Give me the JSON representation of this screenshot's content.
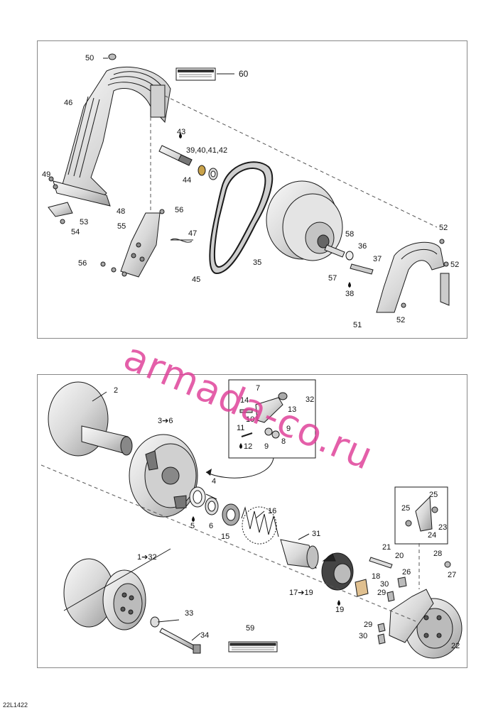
{
  "doc_code": "22L1422",
  "watermark": "armada-co.ru",
  "callouts_top": [
    {
      "id": "c50",
      "text": "50"
    },
    {
      "id": "c60",
      "text": "60"
    },
    {
      "id": "c46",
      "text": "46"
    },
    {
      "id": "c43",
      "text": "43"
    },
    {
      "id": "c39",
      "text": "39,40,41,42"
    },
    {
      "id": "c44",
      "text": "44"
    },
    {
      "id": "c49",
      "text": "49"
    },
    {
      "id": "c48",
      "text": "48"
    },
    {
      "id": "c56a",
      "text": "56"
    },
    {
      "id": "c53",
      "text": "53"
    },
    {
      "id": "c54",
      "text": "54"
    },
    {
      "id": "c55",
      "text": "55"
    },
    {
      "id": "c47",
      "text": "47"
    },
    {
      "id": "c56b",
      "text": "56"
    },
    {
      "id": "c45",
      "text": "45"
    },
    {
      "id": "c35",
      "text": "35"
    },
    {
      "id": "c58",
      "text": "58"
    },
    {
      "id": "c36",
      "text": "36"
    },
    {
      "id": "c37",
      "text": "37"
    },
    {
      "id": "c57",
      "text": "57"
    },
    {
      "id": "c38",
      "text": "38"
    },
    {
      "id": "c52a",
      "text": "52"
    },
    {
      "id": "c52b",
      "text": "52"
    },
    {
      "id": "c52c",
      "text": "52"
    },
    {
      "id": "c51",
      "text": "51"
    }
  ],
  "callouts_bottom": [
    {
      "id": "c2",
      "text": "2"
    },
    {
      "id": "c3",
      "text": "3➔6"
    },
    {
      "id": "c7",
      "text": "7"
    },
    {
      "id": "c32a",
      "text": "32"
    },
    {
      "id": "c14",
      "text": "14"
    },
    {
      "id": "c10",
      "text": "10"
    },
    {
      "id": "c13",
      "text": "13"
    },
    {
      "id": "c11",
      "text": "11"
    },
    {
      "id": "c9a",
      "text": "9"
    },
    {
      "id": "c12",
      "text": "12"
    },
    {
      "id": "c9b",
      "text": "9"
    },
    {
      "id": "c8",
      "text": "8"
    },
    {
      "id": "c4",
      "text": "4"
    },
    {
      "id": "c16",
      "text": "16"
    },
    {
      "id": "c5",
      "text": "5"
    },
    {
      "id": "c6",
      "text": "6"
    },
    {
      "id": "c15",
      "text": "15"
    },
    {
      "id": "c31",
      "text": "31"
    },
    {
      "id": "c25a",
      "text": "25"
    },
    {
      "id": "c25b",
      "text": "25"
    },
    {
      "id": "c23",
      "text": "23"
    },
    {
      "id": "c24",
      "text": "24"
    },
    {
      "id": "c1",
      "text": "1➔32"
    },
    {
      "id": "c21",
      "text": "21"
    },
    {
      "id": "c20",
      "text": "20"
    },
    {
      "id": "c28",
      "text": "28"
    },
    {
      "id": "c27",
      "text": "27"
    },
    {
      "id": "c26",
      "text": "26"
    },
    {
      "id": "c18",
      "text": "18"
    },
    {
      "id": "c30a",
      "text": "30"
    },
    {
      "id": "c29a",
      "text": "29"
    },
    {
      "id": "c17",
      "text": "17➔19"
    },
    {
      "id": "c19",
      "text": "19"
    },
    {
      "id": "c33",
      "text": "33"
    },
    {
      "id": "c59",
      "text": "59"
    },
    {
      "id": "c29b",
      "text": "29"
    },
    {
      "id": "c30b",
      "text": "30"
    },
    {
      "id": "c22",
      "text": "22"
    },
    {
      "id": "c34",
      "text": "34"
    }
  ],
  "colors": {
    "line": "#1a1a1a",
    "part_fill": "#e9e9e9",
    "part_dark": "#6e6e6e",
    "watermark": "#de3c96"
  }
}
